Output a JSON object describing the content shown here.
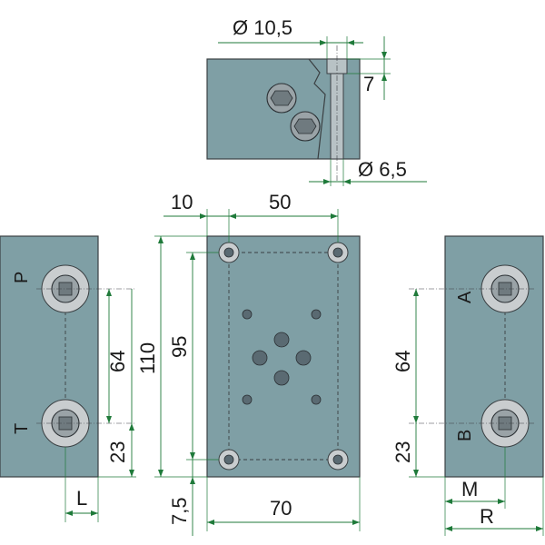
{
  "colors": {
    "plate": "#7f9fa5",
    "dimension": "#1f7a3a"
  },
  "top_view": {
    "dim_counterbore": "Ø 10,5",
    "dim_depth": "7",
    "dim_through": "Ø 6,5"
  },
  "front_view": {
    "dim_left_margin": "10",
    "dim_hole_spacing_x": "50",
    "dim_height": "110",
    "dim_hole_spacing_y": "95",
    "dim_bottom_margin": "7,5",
    "dim_width": "70"
  },
  "left_view": {
    "port_top": "P",
    "port_bottom": "T",
    "dim_port_spacing": "64",
    "dim_port_bottom": "23",
    "dim_port_offset": "L"
  },
  "right_view": {
    "port_top": "A",
    "port_bottom": "B",
    "dim_port_spacing": "64",
    "dim_port_bottom": "23",
    "dim_port_offset_m": "M",
    "dim_width_r": "R"
  }
}
